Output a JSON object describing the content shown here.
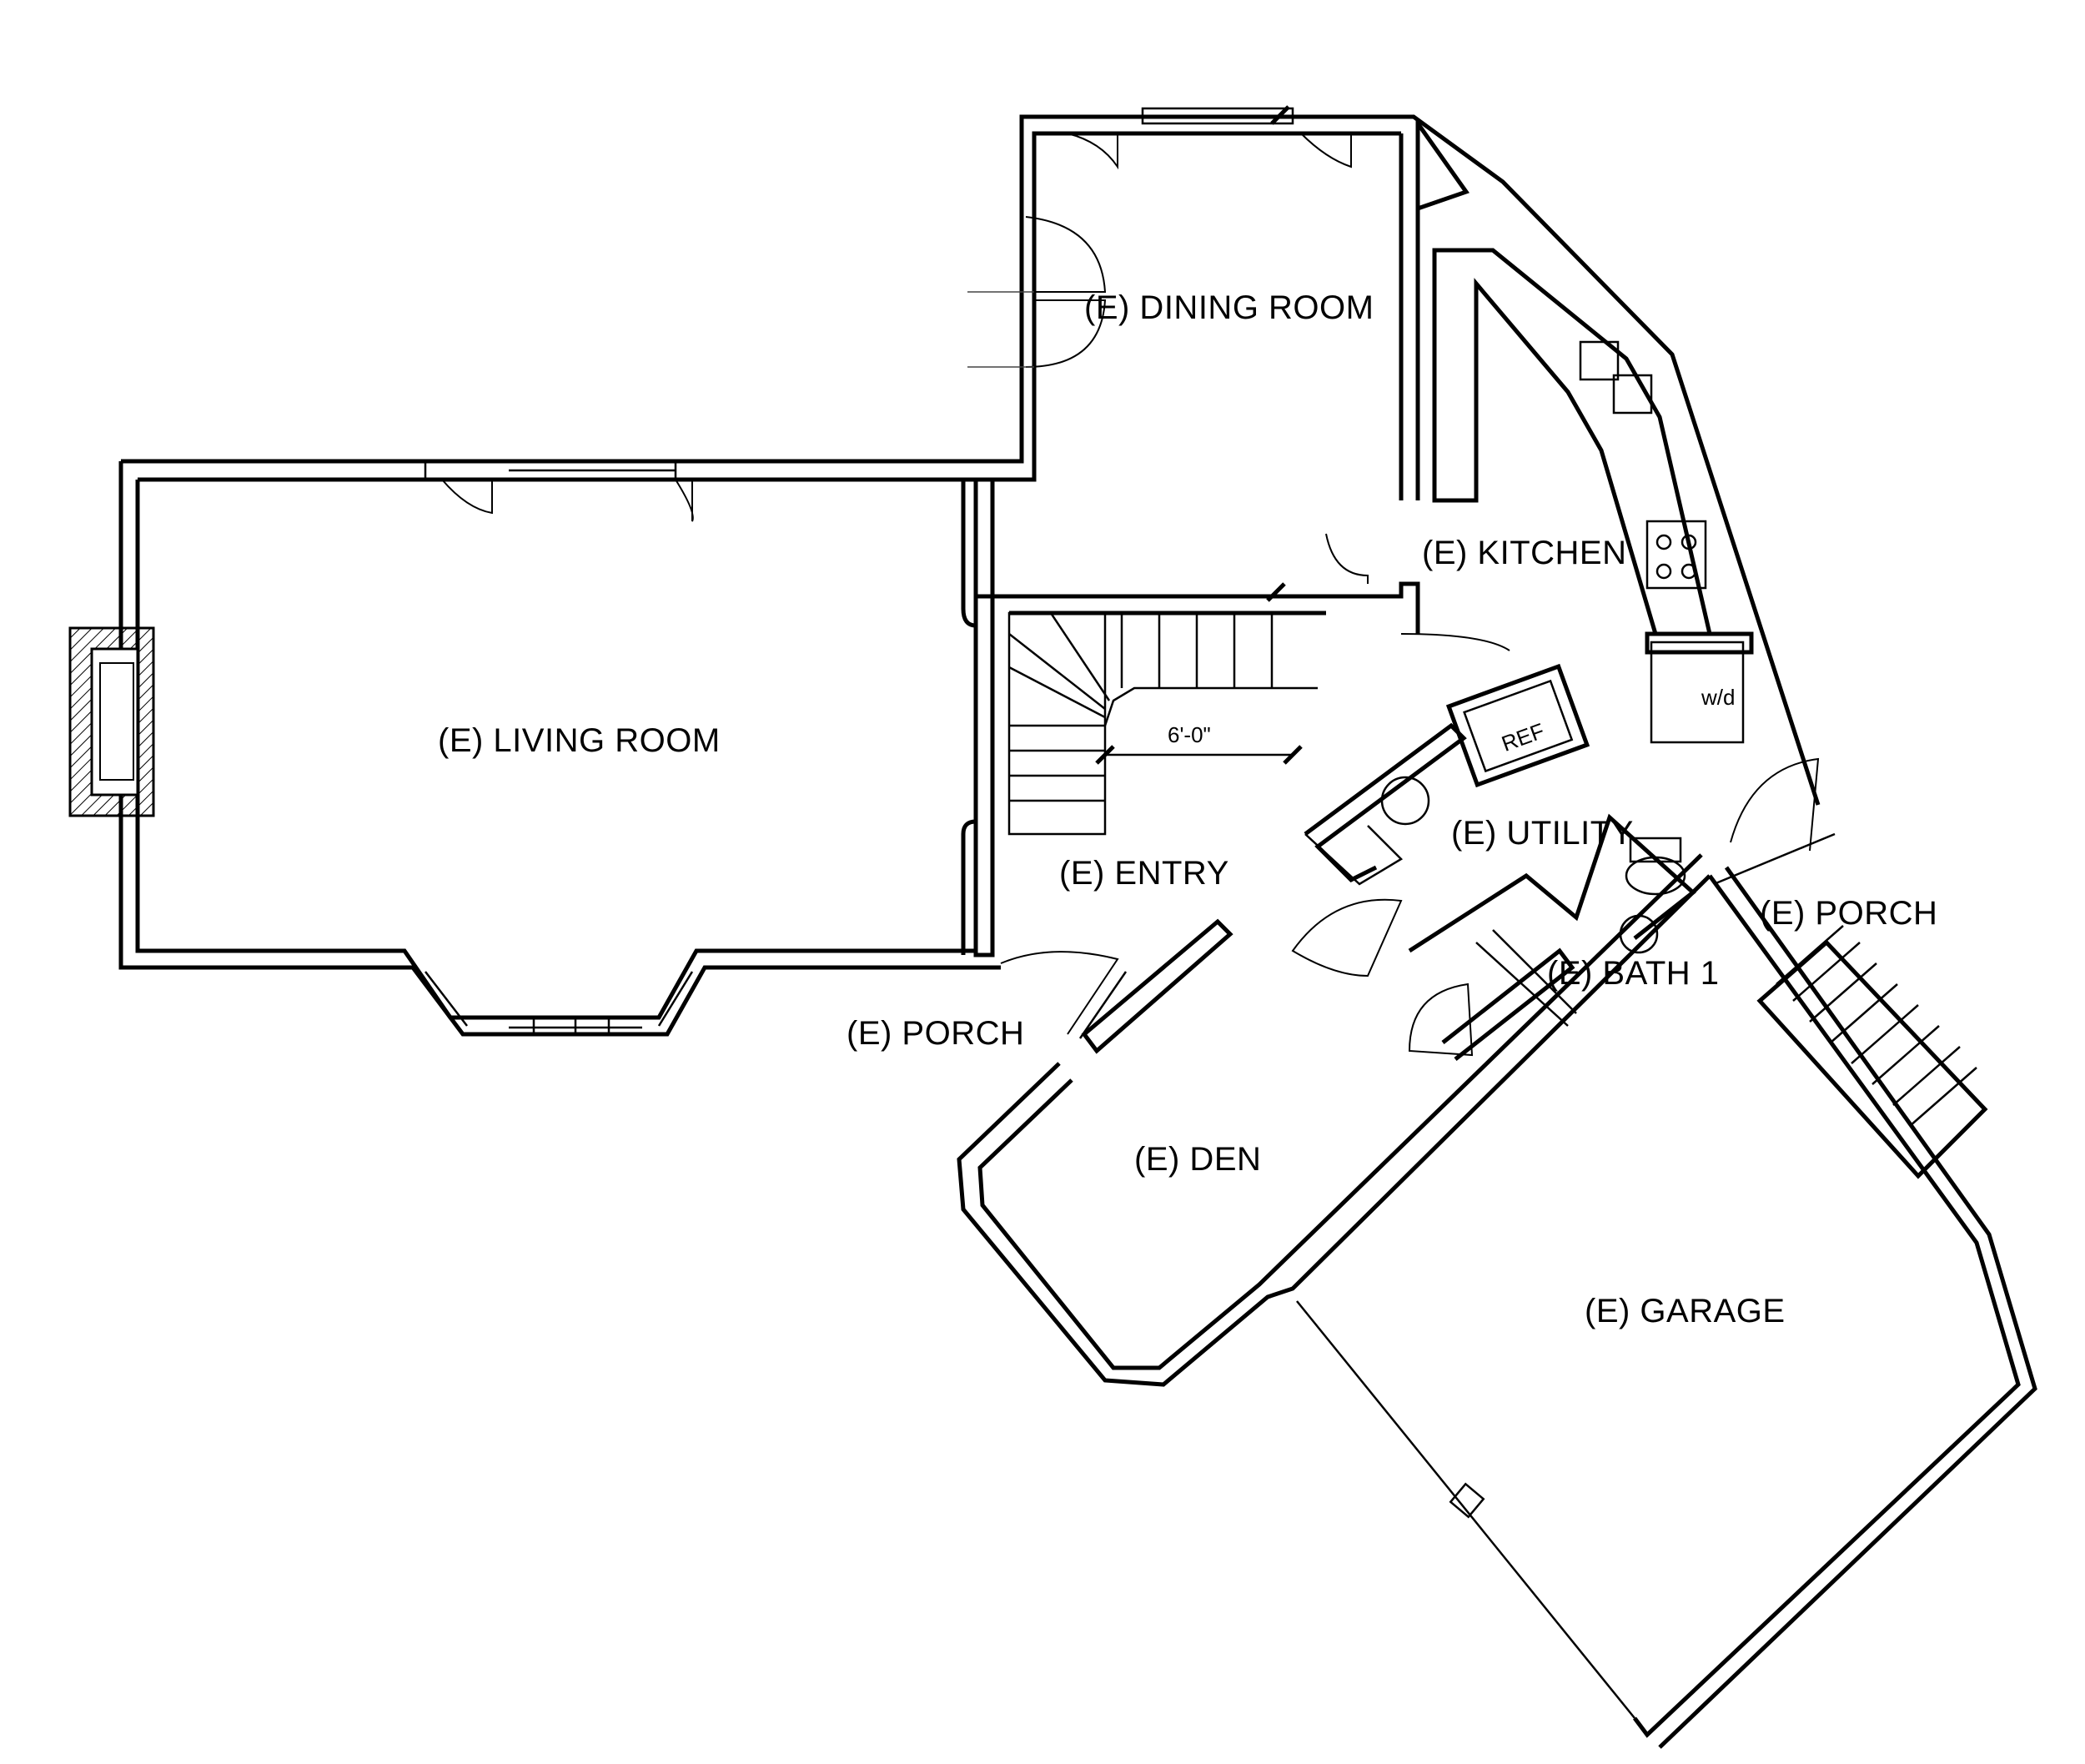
{
  "rooms": {
    "dining_room": "(E)  DINING ROOM",
    "kitchen": "(E) KITCHEN",
    "living_room": "(E) LIVING ROOM",
    "entry": "(E) ENTRY",
    "utility": "(E) UTILITY",
    "porch_front": "(E) PORCH",
    "porch_side": "(E) PORCH",
    "bath": "(E) BATH  1",
    "den": "(E)  DEN",
    "garage": "(E)  GARAGE"
  },
  "annotations": {
    "stair_dimension": "6'-0\"",
    "refrigerator": "REF",
    "washer_dryer": "w/d"
  }
}
